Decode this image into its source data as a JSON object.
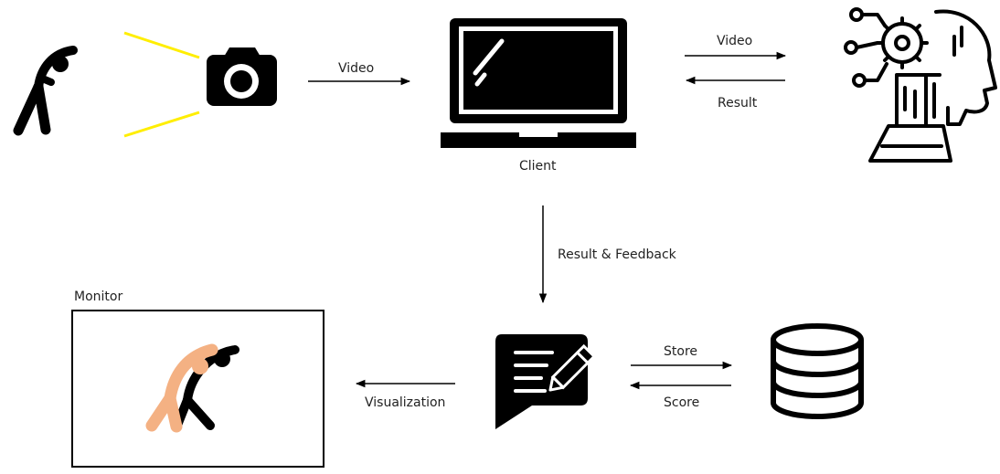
{
  "labels": {
    "video_top_left": "Video",
    "video_top_right": "Video",
    "result": "Result",
    "client": "Client",
    "result_feedback": "Result & Feedback",
    "monitor": "Monitor",
    "visualization": "Visualization",
    "store": "Store",
    "score": "Score"
  },
  "colors": {
    "rays": "#ffee00",
    "ink": "#000000",
    "figure_overlay": "#f4b183"
  },
  "icons": [
    "stretching-person-icon",
    "camera-icon",
    "laptop-icon",
    "ai-head-icon",
    "feedback-note-icon",
    "database-icon"
  ]
}
